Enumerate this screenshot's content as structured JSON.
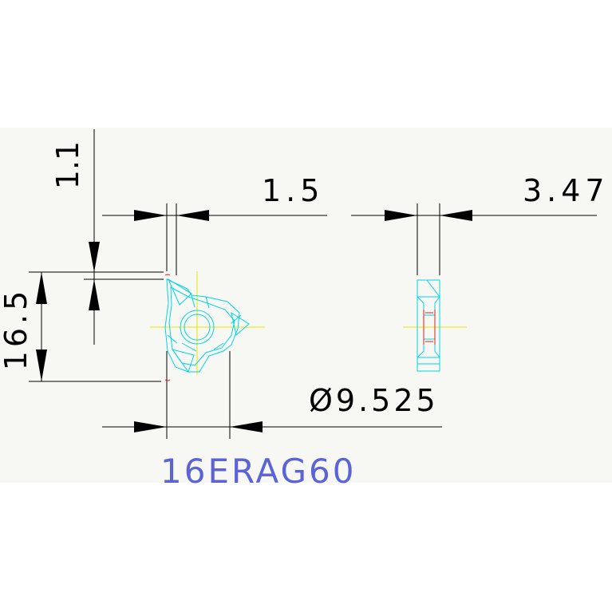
{
  "drawing": {
    "background": "#ffffff",
    "sheet_color": "#f7f8f3",
    "line_color": "#000000",
    "profile_color": "#00d4e6",
    "centerline_color": "#e6e600",
    "edge_color": "#e02020",
    "label_color": "#5b63d6"
  },
  "dimensions": {
    "top_height": "1.1",
    "width_small": "1.5",
    "thickness": "3.47",
    "total_height": "16.5",
    "inscribed_diameter": "Ø9.525"
  },
  "part_code": "16ERAG60"
}
